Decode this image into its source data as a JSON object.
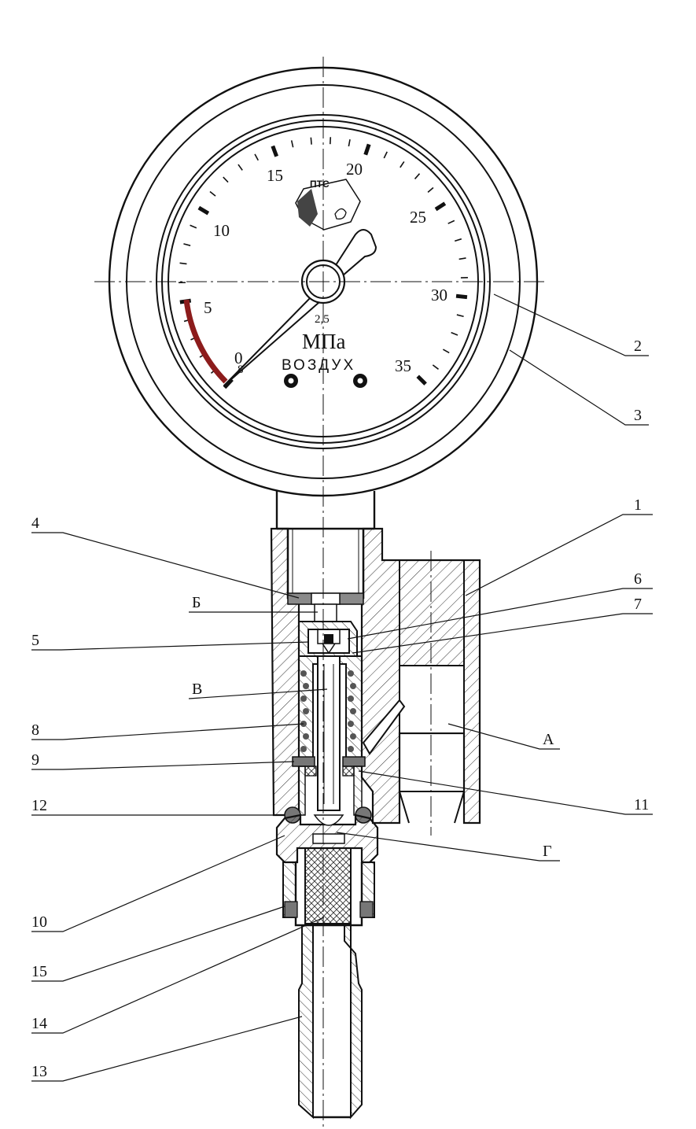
{
  "gauge": {
    "scale_labels": [
      "0",
      "5",
      "10",
      "15",
      "20",
      "25",
      "30",
      "35"
    ],
    "accuracy_class": "2,5",
    "unit": "МПа",
    "medium": "ВОЗДУХ",
    "logo_text": "ПТС",
    "zero_mark": "8"
  },
  "callouts": {
    "c1": "1",
    "c2": "2",
    "c3": "3",
    "c4": "4",
    "c5": "5",
    "c6": "6",
    "c7": "7",
    "c8": "8",
    "c9": "9",
    "c10": "10",
    "c11": "11",
    "c12": "12",
    "c13": "13",
    "c14": "14",
    "c15": "15",
    "cA": "А",
    "cB": "Б",
    "cV": "В",
    "cG": "Г"
  }
}
